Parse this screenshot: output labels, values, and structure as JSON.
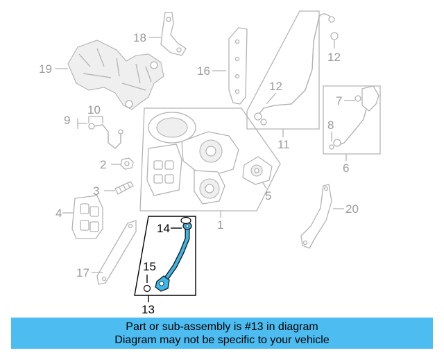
{
  "callouts": {
    "c1": "1",
    "c2": "2",
    "c3": "3",
    "c4": "4",
    "c5": "5",
    "c6": "6",
    "c7": "7",
    "c8": "8",
    "c9": "9",
    "c10": "10",
    "c11": "11",
    "c12a": "12",
    "c12b": "12",
    "c13": "13",
    "c14": "14",
    "c15": "15",
    "c16": "16",
    "c17": "17",
    "c18": "18",
    "c19": "19",
    "c20": "20"
  },
  "banner": {
    "line1": "Part or sub-assembly is #13 in diagram",
    "line2": "Diagram may not be specific to your vehicle"
  },
  "colors": {
    "highlight": "#3bb6e8",
    "banner": "#4dbcf0",
    "part_outline": "#b3b3b3",
    "callout_text": "#9a9a9a"
  }
}
